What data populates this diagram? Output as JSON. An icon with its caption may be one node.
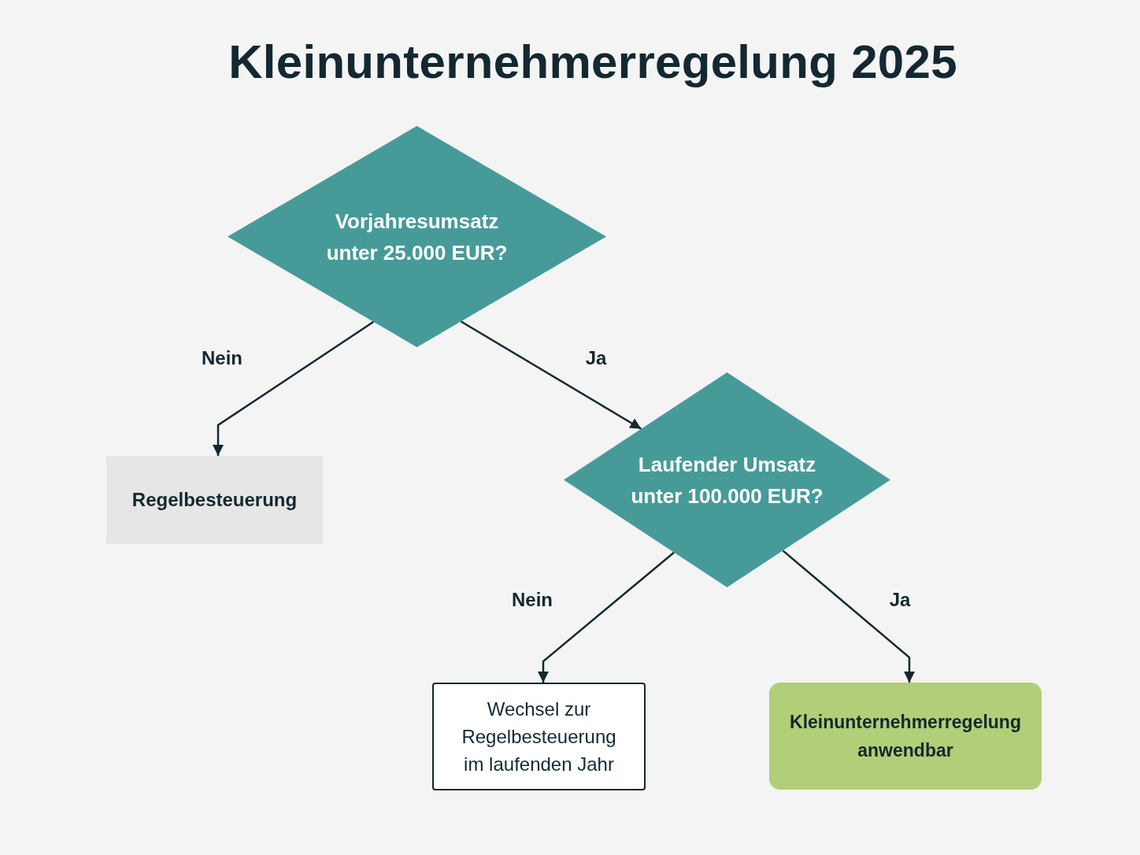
{
  "diagram": {
    "title": "Kleinunternehmerregelung 2025",
    "nodes": [
      {
        "text": [
          "Vorjahresumsatz unter 25.000 EUR?"
        ]
      },
      {
        "text": [
          "Regelbesteuerung"
        ]
      },
      {
        "text": [
          "Laufender Umsatz unter 100.000 EUR?"
        ]
      },
      {
        "text": [
          "Wechsel zur Regelbesteuerung im laufenden Jahr"
        ]
      },
      {
        "text": [
          "Kleinunternehmerregelung anwendbar"
        ]
      }
    ],
    "edges": [
      {
        "from": 0,
        "to": 1,
        "arrow": "to",
        "label": "Nein"
      },
      {
        "from": 0,
        "to": 2,
        "arrow": "to",
        "label": "Ja"
      },
      {
        "from": 2,
        "to": 3,
        "arrow": "to",
        "label": "Nein"
      },
      {
        "from": 2,
        "to": 4,
        "arrow": "to",
        "label": "Ja"
      }
    ]
  }
}
